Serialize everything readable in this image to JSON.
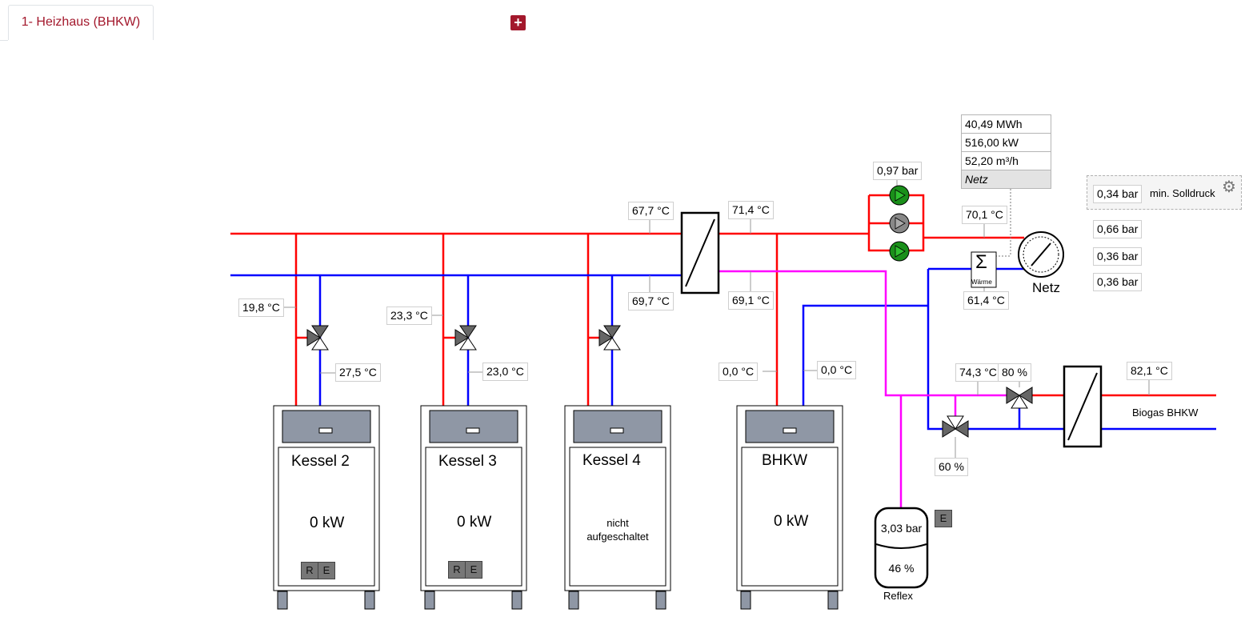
{
  "tab": {
    "label": "1- Heizhaus (BHKW)"
  },
  "add_button": {
    "label": "+"
  },
  "boilers": [
    {
      "name": "Kessel 2",
      "power": "0 kW",
      "btn_r": "R",
      "btn_e": "E"
    },
    {
      "name": "Kessel 3",
      "power": "0 kW",
      "btn_r": "R",
      "btn_e": "E"
    },
    {
      "name": "Kessel 4",
      "status_line1": "nicht",
      "status_line2": "aufgeschaltet"
    },
    {
      "name": "BHKW",
      "power": "0 kW"
    }
  ],
  "temps": {
    "k2_supply": "19,8 °C",
    "k2_return": "27,5 °C",
    "k3_supply": "23,3 °C",
    "k3_return": "23,0 °C",
    "hx_in_supply": "67,7 °C",
    "hx_out_supply": "71,4 °C",
    "hx_in_return": "69,7 °C",
    "hx_out_return": "69,1 °C",
    "bhkw_supply": "0,0 °C",
    "bhkw_return": "0,0 °C",
    "net_supply": "70,1 °C",
    "net_return": "61,4 °C",
    "biogas_mix": "74,3 °C",
    "biogas_supply": "82,1 °C"
  },
  "pump_pressure": "0,97 bar",
  "meter": {
    "energy": "40,49 MWh",
    "power": "516,00 kW",
    "flow": "52,20 m³/h",
    "name": "Netz"
  },
  "waerme_label": "Wärme",
  "sum_symbol": "Σ",
  "netz_label": "Netz",
  "pressures": {
    "p1": "0,34 bar",
    "p2": "0,66 bar",
    "p3": "0,36 bar",
    "p4": "0,36 bar"
  },
  "min_solldruck": "min. Solldruck",
  "valves": {
    "biogas_valve": "80 %",
    "mixer_valve": "60 %"
  },
  "biogas_label": "Biogas BHKW",
  "reflex": {
    "pressure": "3,03 bar",
    "level": "46 %",
    "label": "Reflex",
    "btn_e": "E"
  },
  "colors": {
    "supply": "#ff0000",
    "return": "#0000ff",
    "buffer": "#ff00ff",
    "pump_on": "#1a8f1a",
    "pump_off": "#888888",
    "accent": "#a3182c"
  }
}
